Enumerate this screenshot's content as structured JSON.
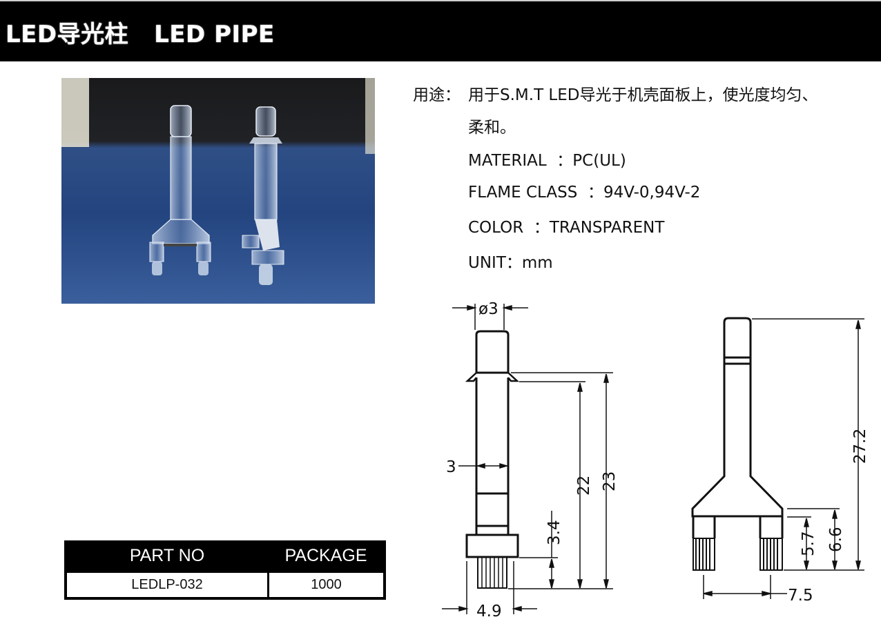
{
  "header": {
    "title": "LED导光柱   LED PIPE"
  },
  "photo": {
    "description": "Two transparent LED light pipes on blue surface"
  },
  "specs": {
    "usage_label": "用途：",
    "usage_line1": "用于S.M.T LED导光于机壳面板上，使光度均匀、",
    "usage_line2": "柔和。",
    "material": "MATERIAL  ：PC(UL)",
    "flame_class": "FLAME CLASS  ：94V-0,94V-2",
    "color": "COLOR  ：TRANSPARENT",
    "unit": "UNIT：mm"
  },
  "part_table": {
    "headers": [
      "PART NO",
      "PACKAGE"
    ],
    "rows": [
      [
        "LEDLP-032",
        "1000"
      ]
    ]
  },
  "drawing": {
    "side_view": {
      "diameter": "ø3",
      "width": "3",
      "dim_22": "22",
      "dim_23": "23",
      "dim_3_4": "3.4",
      "base_width": "4.9"
    },
    "front_view": {
      "height": "27.2",
      "dim_5_7": "5.7",
      "dim_6_6": "6.6",
      "pin_spacing": "7.5"
    }
  }
}
